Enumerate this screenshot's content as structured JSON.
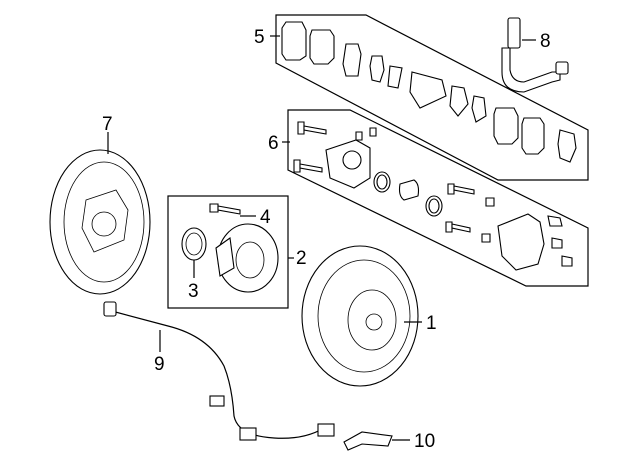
{
  "diagram": {
    "callouts": [
      {
        "id": "rotor",
        "label": "1"
      },
      {
        "id": "hub-bearing",
        "label": "2"
      },
      {
        "id": "snap-ring",
        "label": "3"
      },
      {
        "id": "hub-bolt",
        "label": "4"
      },
      {
        "id": "pad-kit",
        "label": "5"
      },
      {
        "id": "caliper-kit",
        "label": "6"
      },
      {
        "id": "backing-plate",
        "label": "7"
      },
      {
        "id": "brake-hose",
        "label": "8"
      },
      {
        "id": "abs-sensor",
        "label": "9"
      },
      {
        "id": "bracket",
        "label": "10"
      }
    ]
  }
}
